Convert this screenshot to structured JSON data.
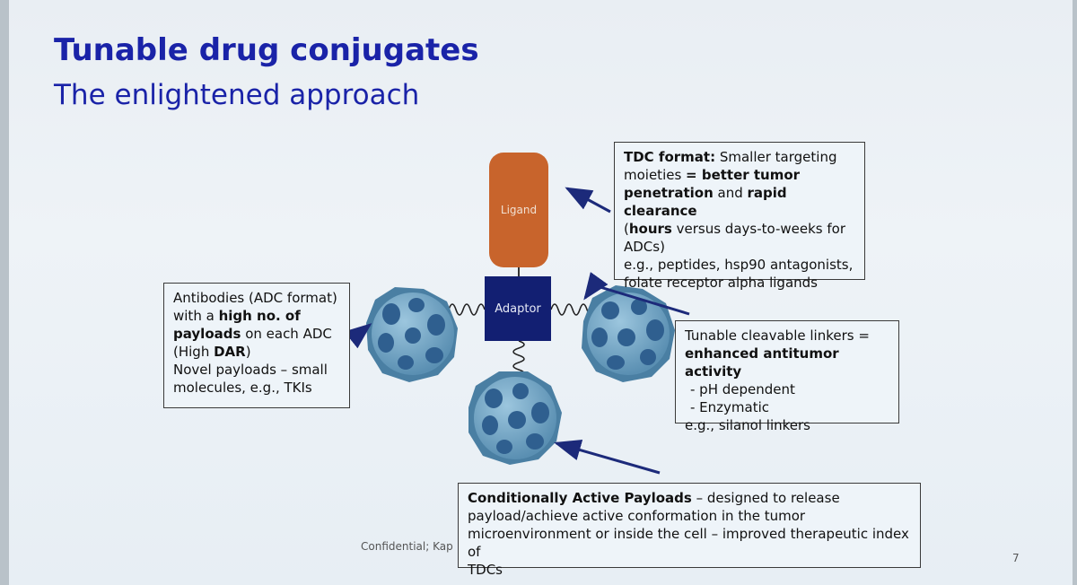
{
  "title": "Tunable drug conjugates",
  "subtitle": "The enlightened approach",
  "ligand_label": "Ligand",
  "adaptor_label": "Adaptor",
  "tdc_box": {
    "l1a": "TDC format:",
    "l1b": " Smaller targeting",
    "l2a": "moieties ",
    "l2b": "= better tumor",
    "l3a": "penetration",
    "l3b": " and ",
    "l3c": "rapid clearance",
    "l4a": "(",
    "l4b": "hours",
    "l4c": " versus days-to-weeks for",
    "l5": "ADCs)",
    "l6": "e.g., peptides, hsp90 antagonists,",
    "l7": "folate receptor alpha ligands"
  },
  "adc_box": {
    "l1": "Antibodies (ADC format)",
    "l2a": "with a ",
    "l2b": "high no. of",
    "l3a": "payloads",
    "l3b": " on each ADC",
    "l4a": "(High ",
    "l4b": "DAR",
    "l4c": ")",
    "l5": "Novel payloads – small",
    "l6": "molecules, e.g., TKIs"
  },
  "linker_box": {
    "l1": "Tunable cleavable linkers =",
    "l2": "enhanced antitumor activity",
    "l3": "-   pH dependent",
    "l4": "-   Enzymatic",
    "l5": "e.g., silanol linkers"
  },
  "payload_box": {
    "l1a": "Conditionally Active Payloads",
    "l1b": " – designed to release",
    "l2": "payload/achieve active conformation in the tumor",
    "l3": "microenvironment or inside the cell – improved therapeutic index of",
    "l4": "TDCs"
  },
  "footer": "Confidential; Kap",
  "page_number": "7",
  "colors": {
    "title": "#1a23a8",
    "ligand": "#c8642c",
    "adaptor": "#121f72",
    "payload_sphere": "#6fa3c4",
    "payload_spot": "#2f5f8f",
    "arrow": "#1c2a7a"
  }
}
